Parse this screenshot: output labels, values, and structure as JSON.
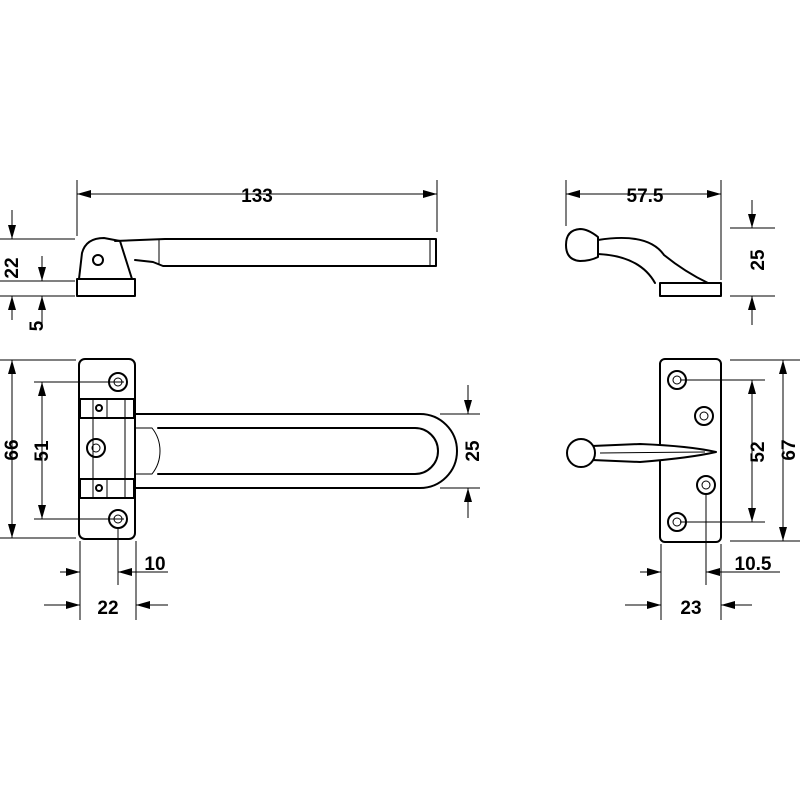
{
  "dimensions": {
    "top_length": "133",
    "side_height": "22",
    "base_thickness": "5",
    "keeper_length": "57.5",
    "keeper_height": "25",
    "plate_height": "66",
    "hole_spacing": "51",
    "loop_width": "25",
    "hole_offset": "10",
    "plate_width": "22",
    "keeper_hole_spacing": "52",
    "keeper_plate_height": "67",
    "keeper_hole_offset": "10.5",
    "keeper_plate_width": "23"
  }
}
